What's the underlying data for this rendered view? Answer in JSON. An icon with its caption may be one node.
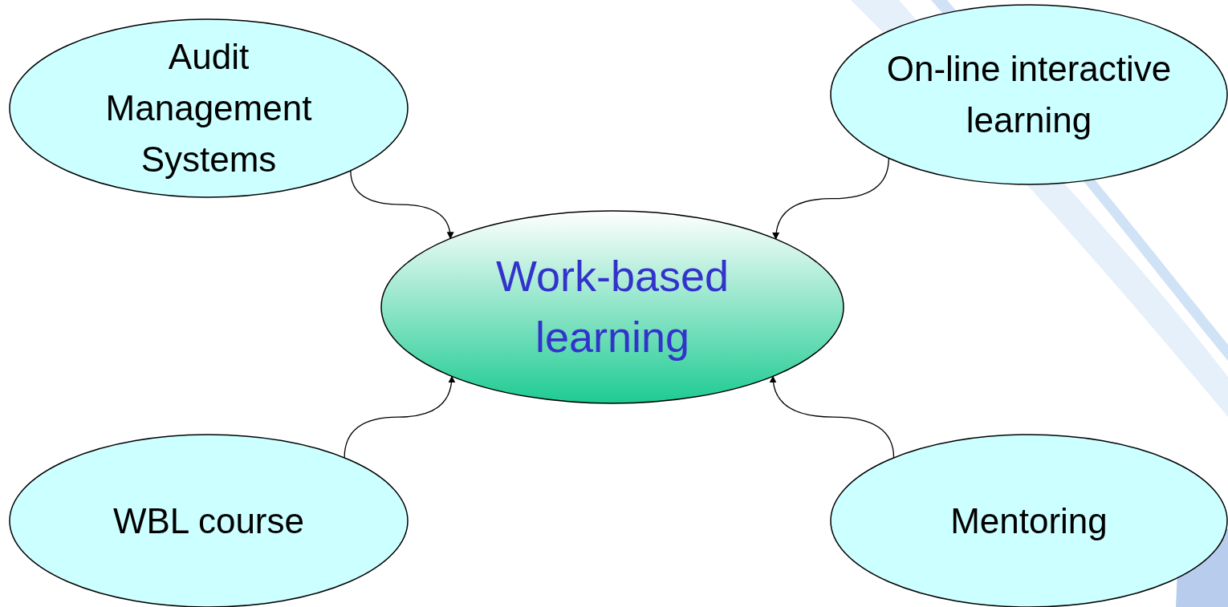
{
  "diagram": {
    "nodes": [
      {
        "text": [
          "Audit Management Systems"
        ]
      },
      {
        "text": [
          "On-line interactive learning"
        ]
      },
      {
        "text": [
          "Work-based learning"
        ]
      },
      {
        "text": [
          "WBL course"
        ]
      },
      {
        "text": [
          "Mentoring"
        ]
      }
    ],
    "edges": [
      {
        "from": 0,
        "to": 2,
        "arrow": "to"
      },
      {
        "from": 1,
        "to": 2,
        "arrow": "to"
      },
      {
        "from": 3,
        "to": 2,
        "arrow": "to"
      },
      {
        "from": 4,
        "to": 2,
        "arrow": "to"
      }
    ]
  }
}
